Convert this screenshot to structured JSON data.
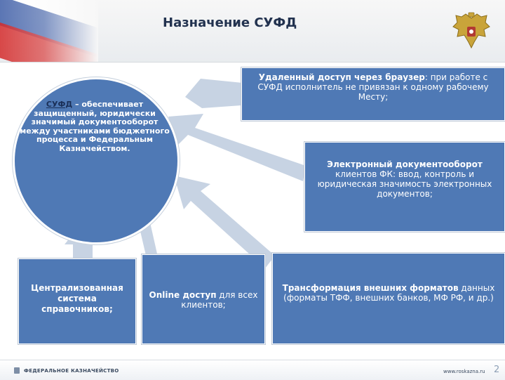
{
  "title": "Назначение СУФД",
  "center": {
    "highlight": "СУФД",
    "text": " – обеспечивает защищенный, юридически значимый документооборот между участниками бюджетного процесса и Федеральным Казначейством."
  },
  "boxes": {
    "remote_access": {
      "bold": "Удаленный доступ через браузер",
      "text": ": при работе с СУФД исполнитель не привязан к одному рабочему Месту;"
    },
    "edo": {
      "bold": "Электронный документооборот",
      "text": " клиентов ФК: ввод, контроль и юридическая значимость электронных документов;"
    },
    "reference": {
      "text": "Централизованная система справочников;"
    },
    "online": {
      "bold": "Online доступ",
      "text": " для всех клиентов;"
    },
    "transform": {
      "bold": "Трансформация внешних форматов",
      "text": " данных (форматы ТФФ, внешних банков, МФ РФ, и др.)"
    }
  },
  "footer": {
    "org": "ФЕДЕРАЛЬНОЕ КАЗНАЧЕЙСТВО",
    "site": "www.roskazna.ru",
    "page": "2"
  },
  "colors": {
    "box_fill": "#4f79b5",
    "arrow_fill": "#c7d3e3",
    "title_color": "#22324f"
  },
  "icons": [
    "russian-flag-graphic",
    "double-headed-eagle-emblem-icon"
  ]
}
